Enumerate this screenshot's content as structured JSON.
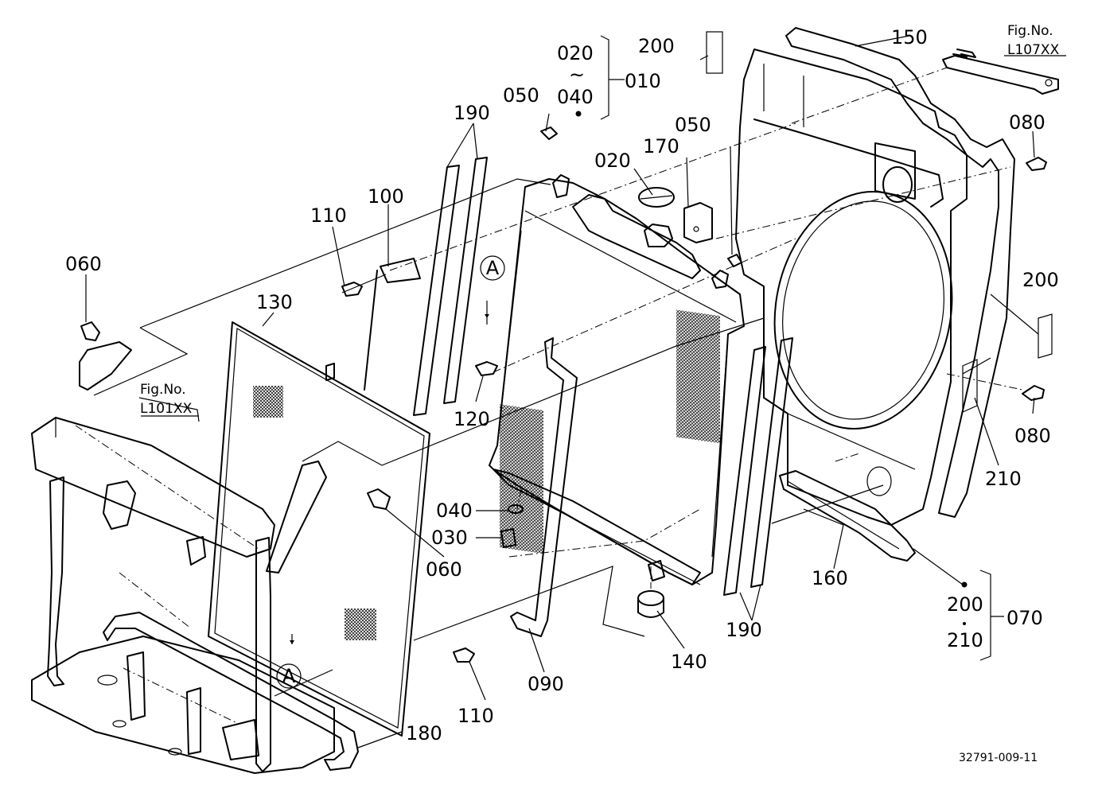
{
  "labels": [
    {
      "id": "010",
      "text": "010"
    },
    {
      "id": "020-top",
      "text": "020"
    },
    {
      "id": "tilde",
      "text": "~"
    },
    {
      "id": "040-top",
      "text": "040"
    },
    {
      "id": "050-a",
      "text": "050"
    },
    {
      "id": "050-b",
      "text": "050"
    },
    {
      "id": "190-top",
      "text": "190"
    },
    {
      "id": "200-top",
      "text": "200"
    },
    {
      "id": "150",
      "text": "150"
    },
    {
      "id": "020-cap",
      "text": "020"
    },
    {
      "id": "170",
      "text": "170"
    },
    {
      "id": "080-top",
      "text": "080"
    },
    {
      "id": "110-top",
      "text": "110"
    },
    {
      "id": "100",
      "text": "100"
    },
    {
      "id": "060-top",
      "text": "060"
    },
    {
      "id": "130",
      "text": "130"
    },
    {
      "id": "200-right",
      "text": "200"
    },
    {
      "id": "120",
      "text": "120"
    },
    {
      "id": "210-right",
      "text": "210"
    },
    {
      "id": "080-bot",
      "text": "080"
    },
    {
      "id": "040-mid",
      "text": "040"
    },
    {
      "id": "030",
      "text": "030"
    },
    {
      "id": "060-mid",
      "text": "060"
    },
    {
      "id": "160",
      "text": "160"
    },
    {
      "id": "190-bot",
      "text": "190"
    },
    {
      "id": "200-bot",
      "text": "200"
    },
    {
      "id": "070",
      "text": "070"
    },
    {
      "id": "210-bot",
      "text": "210"
    },
    {
      "id": "140",
      "text": "140"
    },
    {
      "id": "090",
      "text": "090"
    },
    {
      "id": "110-bot",
      "text": "110"
    },
    {
      "id": "180",
      "text": "180"
    }
  ],
  "view_markers": [
    {
      "id": "A-top",
      "text": "A"
    },
    {
      "id": "A-bot",
      "text": "A"
    }
  ],
  "figure_refs": [
    {
      "id": "fig-top-right",
      "line1": "Fig.No.",
      "line2": "L107XX"
    },
    {
      "id": "fig-left",
      "line1": "Fig.No.",
      "line2": "L101XX"
    }
  ],
  "drawing_code": "32791-009-11"
}
